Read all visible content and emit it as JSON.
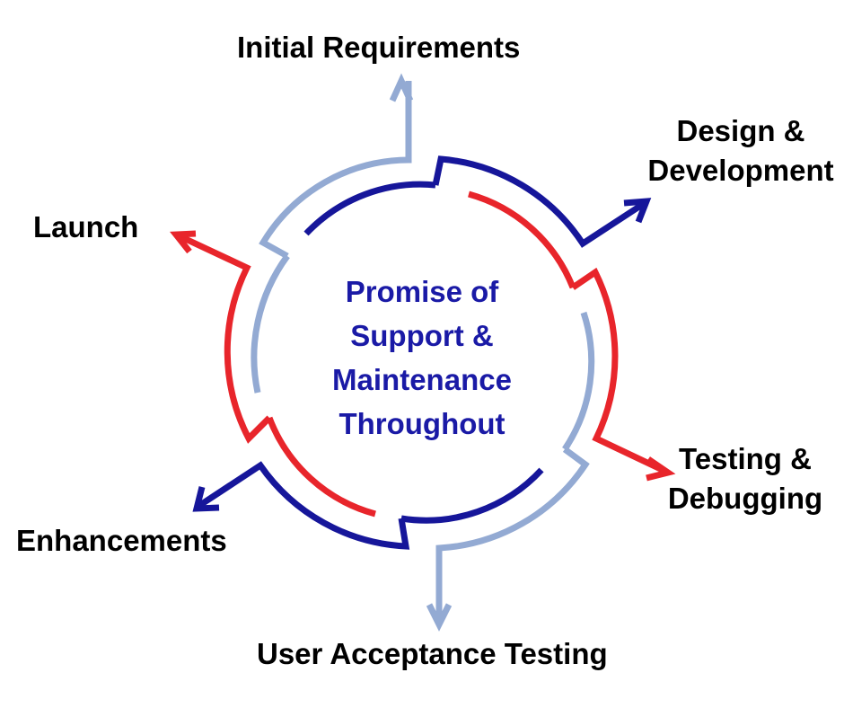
{
  "colors": {
    "navy": "#16169a",
    "red": "#e8252b",
    "light_blue": "#93aad3",
    "center_text": "#1a1aa6",
    "label_text": "#000000"
  },
  "center": {
    "lines": [
      "Promise of",
      "Support &",
      "Maintenance",
      "Throughout"
    ]
  },
  "stages": [
    {
      "id": "initial",
      "lines": [
        "Initial Requirements"
      ],
      "color": "light_blue"
    },
    {
      "id": "design",
      "lines": [
        "Design &",
        "Development"
      ],
      "color": "navy"
    },
    {
      "id": "testing",
      "lines": [
        "Testing &",
        "Debugging"
      ],
      "color": "red"
    },
    {
      "id": "uat",
      "lines": [
        "User Acceptance Testing"
      ],
      "color": "light_blue"
    },
    {
      "id": "enhancements",
      "lines": [
        "Enhancements"
      ],
      "color": "navy"
    },
    {
      "id": "launch",
      "lines": [
        "Launch"
      ],
      "color": "red"
    }
  ]
}
